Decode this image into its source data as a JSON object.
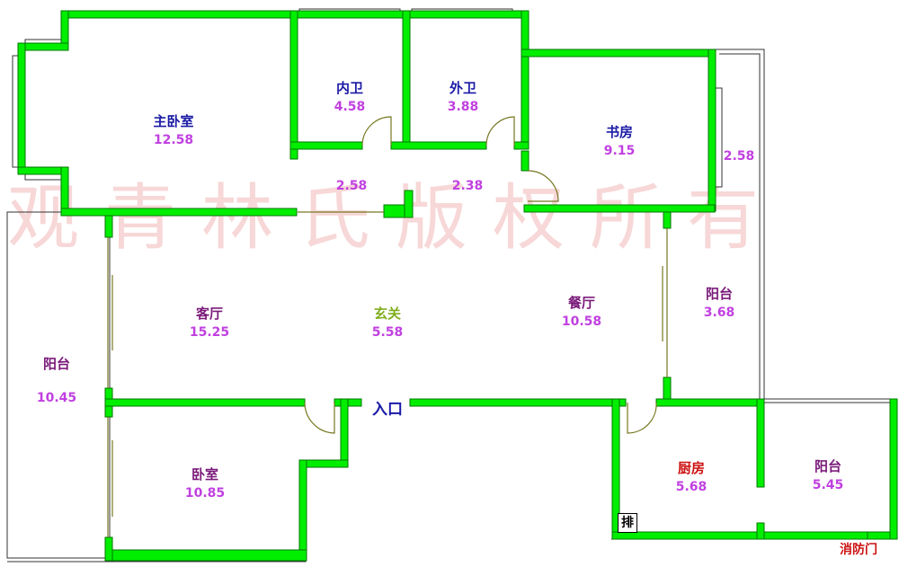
{
  "watermark": "观青林氏版权所有",
  "rooms": {
    "master_bedroom": {
      "name": "主卧室",
      "area": "12.58"
    },
    "inner_bath": {
      "name": "内卫",
      "area": "4.58"
    },
    "outer_bath": {
      "name": "外卫",
      "area": "3.88"
    },
    "study": {
      "name": "书房",
      "area": "9.15"
    },
    "living_room": {
      "name": "客厅",
      "area": "15.25"
    },
    "foyer": {
      "name": "玄关",
      "area": "5.58"
    },
    "dining_room": {
      "name": "餐厅",
      "area": "10.58"
    },
    "balcony_left": {
      "name": "阳台",
      "area": "10.45"
    },
    "balcony_right": {
      "name": "阳台",
      "area": "3.68"
    },
    "bedroom": {
      "name": "卧室",
      "area": "10.85"
    },
    "kitchen": {
      "name": "厨房",
      "area": "5.68"
    },
    "balcony_kitchen": {
      "name": "阳台",
      "area": "5.45"
    }
  },
  "corridor_areas": {
    "left": "2.58",
    "right": "2.38",
    "study_side": "2.58"
  },
  "entrance_label": "入口",
  "fire_door_label": "消防门",
  "vent_label": "排",
  "colors": {
    "wall": "#00ee00",
    "wall_edge": "#006600",
    "outline": "#333333",
    "area": "#c040e0"
  }
}
